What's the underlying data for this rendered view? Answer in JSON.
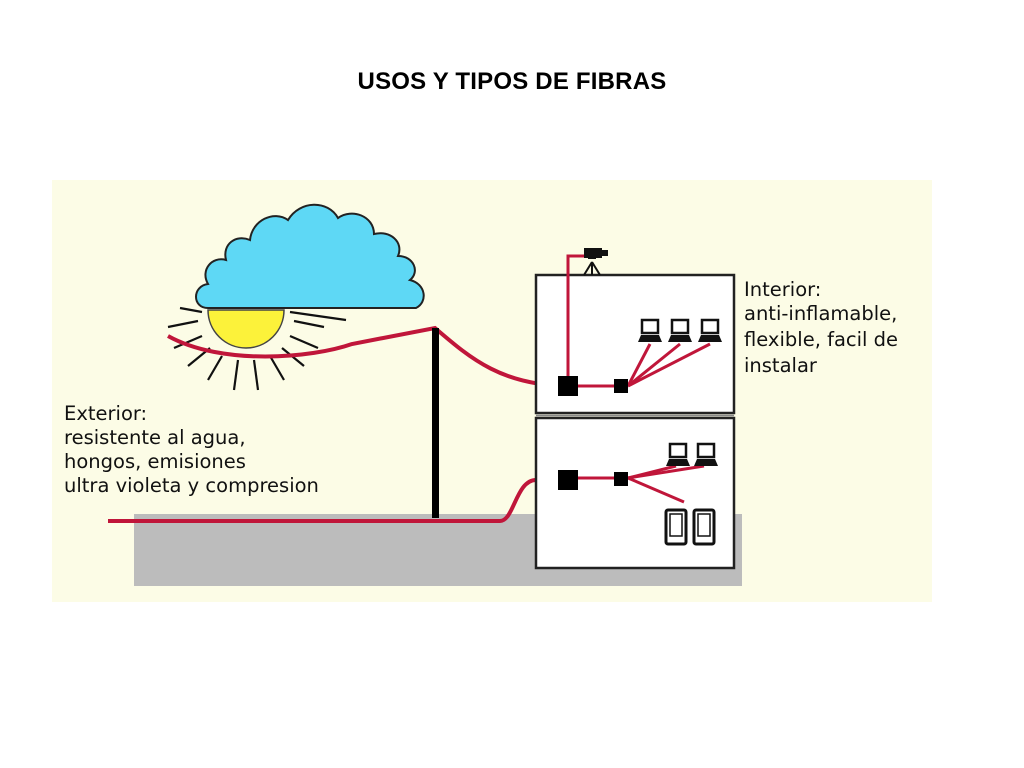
{
  "slide": {
    "title": "USOS Y TIPOS DE FIBRAS"
  },
  "diagram": {
    "exterior": {
      "heading": "Exterior:",
      "lines": [
        "resistente al agua,",
        "hongos, emisiones",
        "ultra violeta y compresion"
      ]
    },
    "interior": {
      "heading": "Interior:",
      "lines": [
        "anti-inflamable,",
        "flexible, facil de",
        "instalar"
      ]
    }
  },
  "colors": {
    "background_panel": "#fcfce6",
    "cloud": "#5ed8f5",
    "sun": "#fcf23a",
    "cable": "#c0163a",
    "ground": "#bcbcbc",
    "pole": "#000000"
  }
}
